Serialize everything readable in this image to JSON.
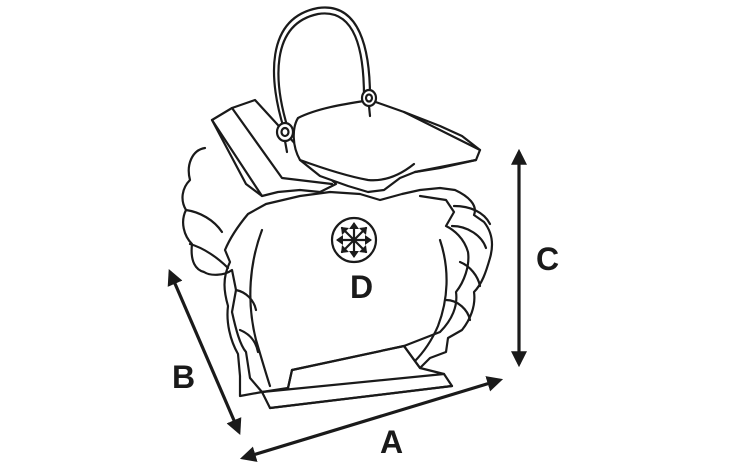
{
  "dimension_labels": {
    "a": "A",
    "b": "B",
    "c": "C",
    "d": "D"
  },
  "icons": {
    "mount": "four-way-arrow-icon"
  },
  "colors": {
    "line": "#1a1a1a",
    "background": "#ffffff"
  }
}
